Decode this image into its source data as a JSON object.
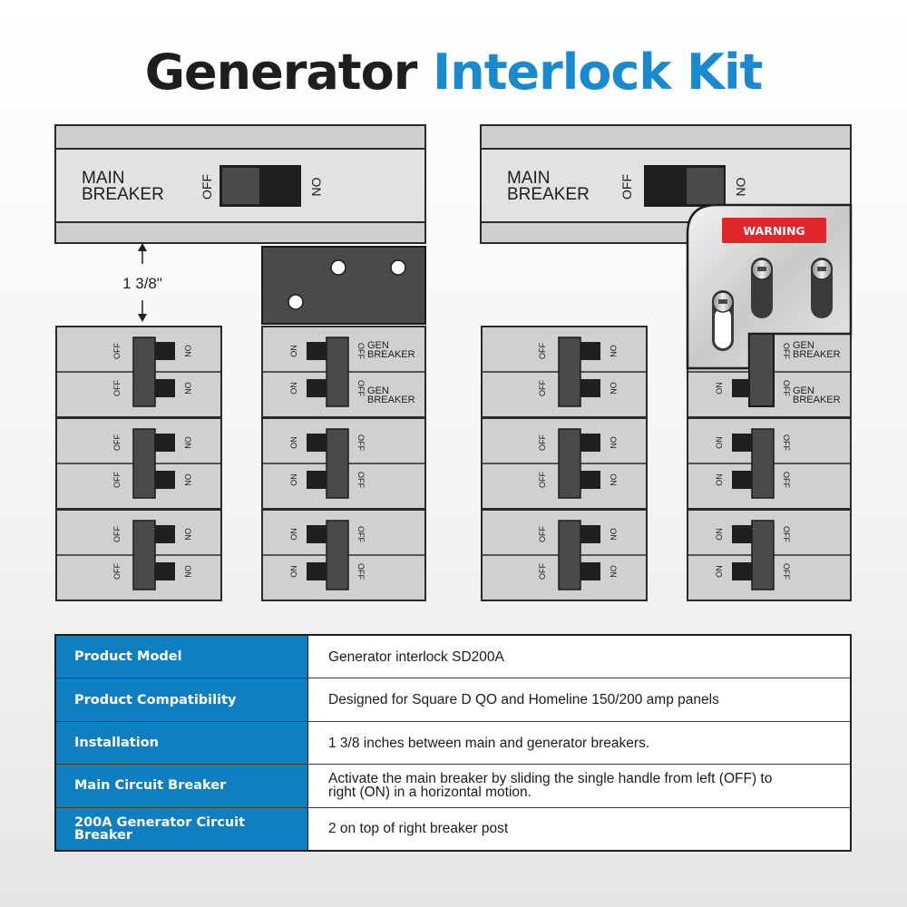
{
  "title": {
    "part1": "Generator",
    "part2": "Interlock Kit"
  },
  "colors": {
    "accent": "#1a8ad0",
    "table_label_bg": "#0f7fc2",
    "warning_red": "#e0262b"
  },
  "diagram": {
    "main_label_line1": "MAIN",
    "main_label_line2": "BREAKER",
    "off": "OFF",
    "on": "ON",
    "gen_line1": "GEN",
    "gen_line2": "BREAKER",
    "dimension": "1 3/8\"",
    "warning": "WARNING",
    "left_panel_main_state": "OFF",
    "right_panel_main_state": "ON"
  },
  "specs": [
    {
      "label": "Product Model",
      "value": "Generator interlock SD200A"
    },
    {
      "label": "Product Compatibility",
      "value": "Designed for Square D QO and Homeline 150/200 amp panels"
    },
    {
      "label": "Installation",
      "value": "1 3/8 inches between main and generator breakers."
    },
    {
      "label": "Main Circuit Breaker",
      "value": "Activate the main breaker by sliding the single handle from left (OFF) to right (ON) in a horizontal motion."
    },
    {
      "label": "200A Generator Circuit Breaker",
      "value": "2 on top of right breaker post"
    }
  ]
}
